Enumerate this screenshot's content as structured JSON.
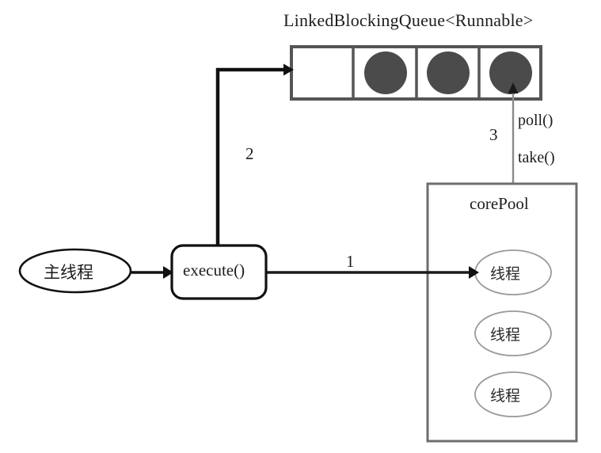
{
  "diagram": {
    "title": "LinkedBlockingQueue<Runnable>",
    "queue": {
      "name": "LinkedBlockingQueue<Runnable>",
      "cell_count": 4,
      "cells": [
        {
          "index": 0,
          "filled": false
        },
        {
          "index": 1,
          "filled": true
        },
        {
          "index": 2,
          "filled": true
        },
        {
          "index": 3,
          "filled": true
        }
      ],
      "task_color": "#4b4b4b",
      "border_color": "#555555"
    },
    "nodes": {
      "main_thread": "主线程",
      "execute": "execute()",
      "core_pool": "corePool",
      "threads": [
        "线程",
        "线程",
        "线程"
      ]
    },
    "edges": [
      {
        "id": "1",
        "label": "1",
        "from": "execute()",
        "to": "线程"
      },
      {
        "id": "2",
        "label": "2",
        "from": "execute()",
        "to": "LinkedBlockingQueue<Runnable>"
      },
      {
        "id": "3",
        "label": "3",
        "from": "LinkedBlockingQueue<Runnable>",
        "to": "线程"
      }
    ],
    "annotations": {
      "poll": "poll()",
      "take": "take()"
    },
    "colors": {
      "stroke_dark": "#111111",
      "stroke_gray": "#8a8a8a",
      "stroke_box": "#5c5c5c",
      "fill_task": "#4b4b4b",
      "background": "#ffffff"
    }
  }
}
